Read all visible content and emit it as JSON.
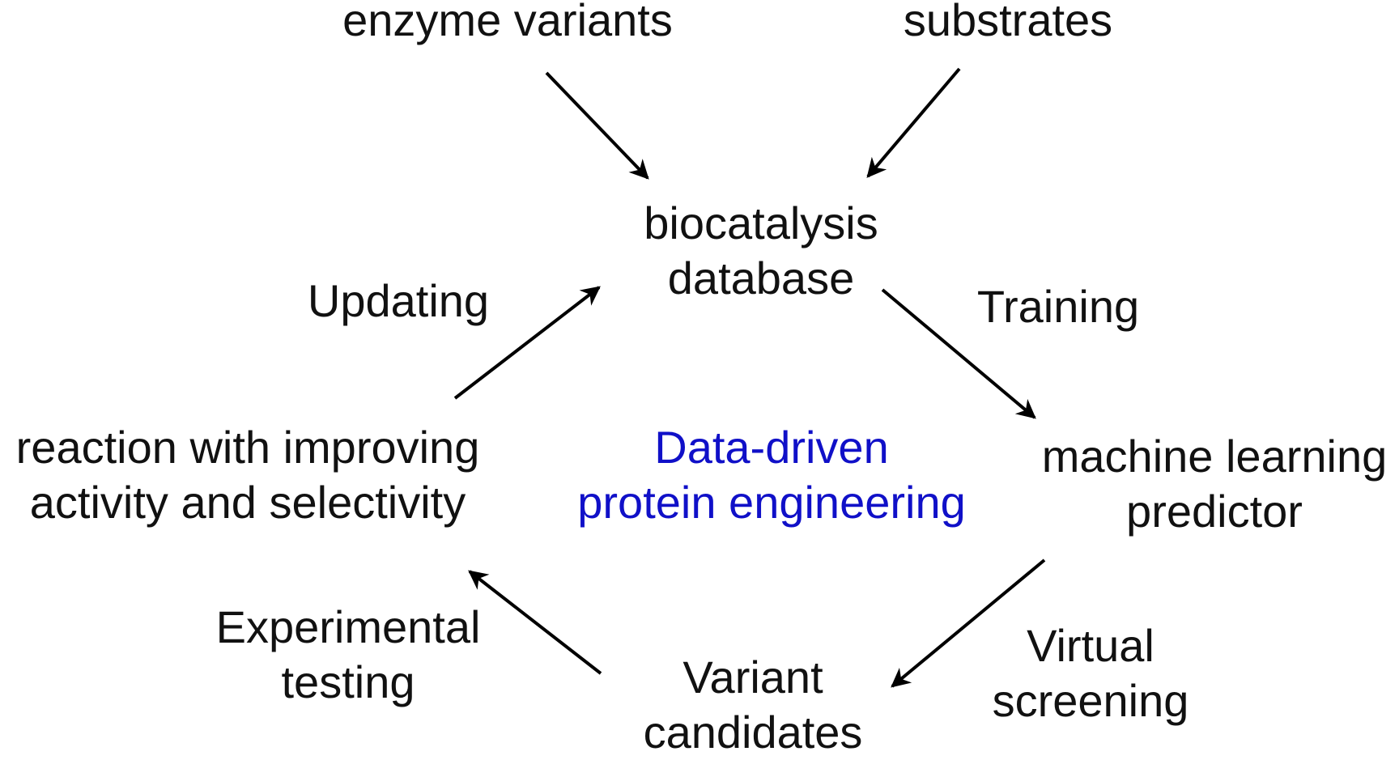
{
  "colors": {
    "text": "#111111",
    "center_text": "#1010c8",
    "arrow": "#000000",
    "background": "#ffffff"
  },
  "nodes": {
    "enzyme_variants": {
      "lines": [
        "enzyme variants"
      ]
    },
    "substrates": {
      "lines": [
        "substrates"
      ]
    },
    "database": {
      "lines": [
        "biocatalysis",
        "database"
      ]
    },
    "predictor": {
      "lines": [
        "machine learning",
        "predictor"
      ]
    },
    "candidates": {
      "lines": [
        "Variant",
        "candidates"
      ]
    },
    "reaction": {
      "lines": [
        "reaction with improving",
        "activity and selectivity"
      ]
    }
  },
  "edges": {
    "training": {
      "lines": [
        "Training"
      ]
    },
    "virtual_screening": {
      "lines": [
        "Virtual",
        "screening"
      ]
    },
    "experimental_testing": {
      "lines": [
        "Experimental",
        "testing"
      ]
    },
    "updating": {
      "lines": [
        "Updating"
      ]
    }
  },
  "center": {
    "lines": [
      "Data-driven",
      "protein engineering"
    ]
  }
}
